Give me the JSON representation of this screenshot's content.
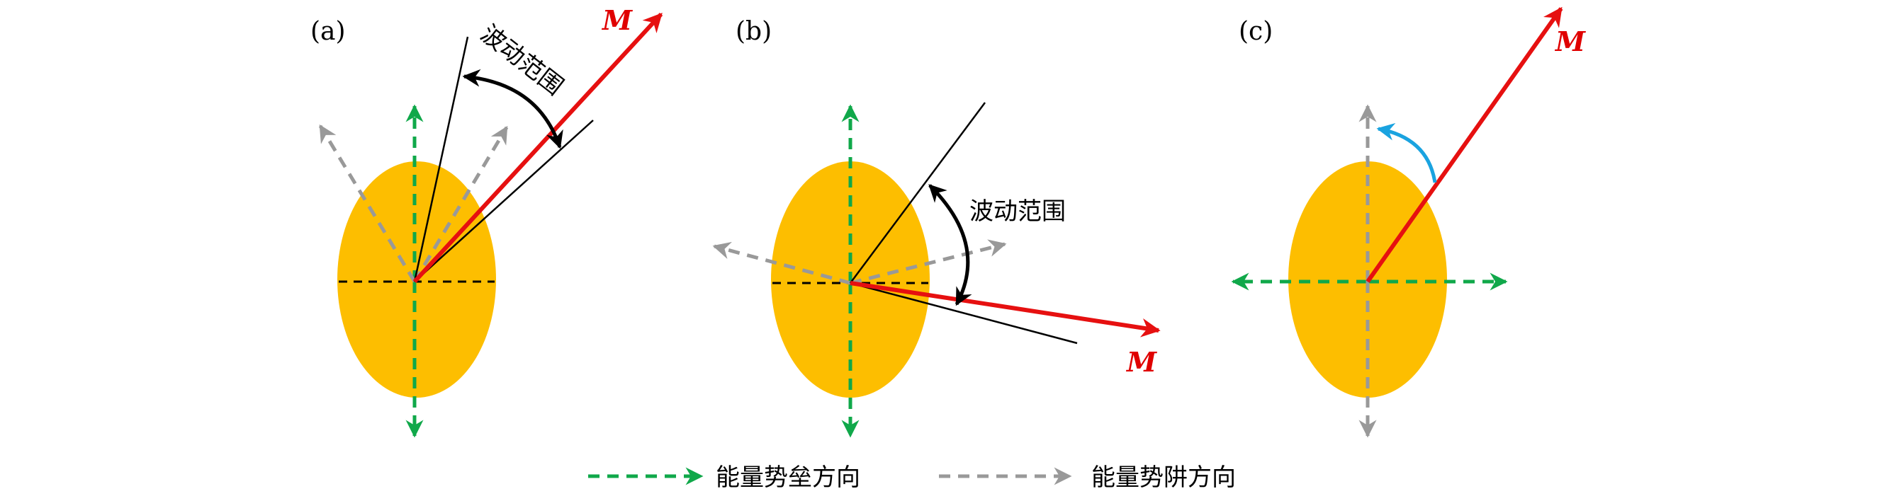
{
  "colors": {
    "ellipse": "#fdbe00",
    "green": "#10a84a",
    "gray": "#999999",
    "red": "#e61010",
    "blue": "#1aa3e0",
    "black": "#000000"
  },
  "panels": {
    "a": {
      "label": "(a)",
      "m_label": "M",
      "range_label": "波动范围"
    },
    "b": {
      "label": "(b)",
      "m_label": "M",
      "range_label": "波动范围"
    },
    "c": {
      "label": "(c)",
      "m_label": "M"
    }
  },
  "legend": {
    "barrier": {
      "label": "能量势垒方向"
    },
    "well": {
      "label": "能量势阱方向"
    }
  }
}
